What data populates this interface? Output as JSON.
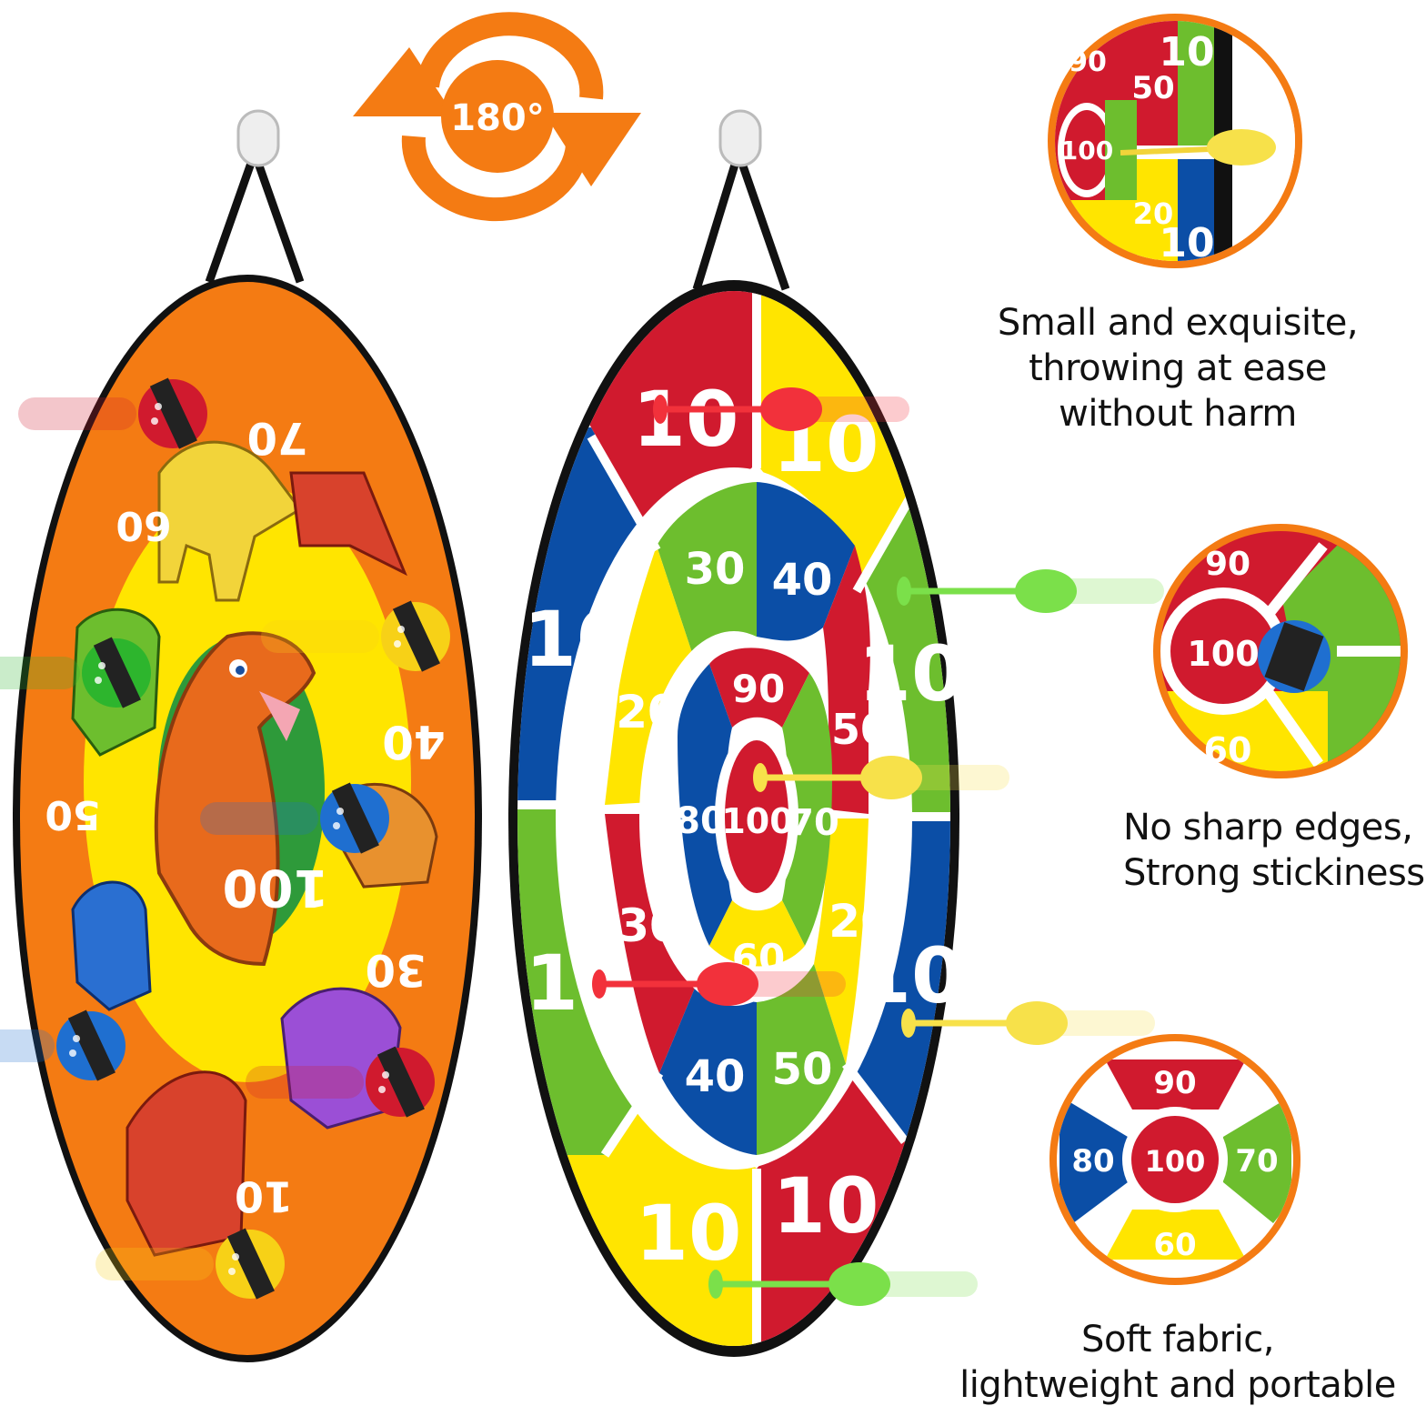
{
  "rotate_badge": {
    "label": "180°",
    "color": "#F47B13"
  },
  "colors": {
    "orange": "#F47B13",
    "yellow": "#FFE500",
    "green": "#6DBE2E",
    "red": "#D01A2E",
    "blue": "#0B4EA6",
    "board_edge": "#111111"
  },
  "dino_board": {
    "score_labels": [
      "70",
      "60",
      "40",
      "50",
      "100",
      "30",
      "10"
    ],
    "balls": [
      "red",
      "yellow",
      "green",
      "blue",
      "blue",
      "red",
      "yellow"
    ]
  },
  "target_board": {
    "outer_labels": [
      "10",
      "10",
      "10",
      "10",
      "10",
      "10",
      "10",
      "10"
    ],
    "ring_labels": [
      "30",
      "40",
      "20",
      "50",
      "30",
      "20",
      "40",
      "50"
    ],
    "inner_labels": [
      "90",
      "70",
      "60",
      "80"
    ],
    "center_label": "100",
    "darts": [
      "red",
      "green",
      "yellow",
      "red",
      "yellow",
      "green"
    ]
  },
  "features": [
    {
      "lines": [
        "Small and exquisite,",
        "throwing at ease",
        "without harm"
      ],
      "detail_labels": [
        "50",
        "10",
        "100",
        "20",
        "10",
        "90"
      ]
    },
    {
      "lines": [
        "No sharp edges,",
        "Strong stickiness"
      ],
      "detail_labels": [
        "90",
        "100",
        "60"
      ]
    },
    {
      "lines": [
        "Soft fabric,",
        "lightweight and portable"
      ],
      "detail_labels": [
        "90",
        "80",
        "100",
        "70",
        "60"
      ]
    }
  ]
}
